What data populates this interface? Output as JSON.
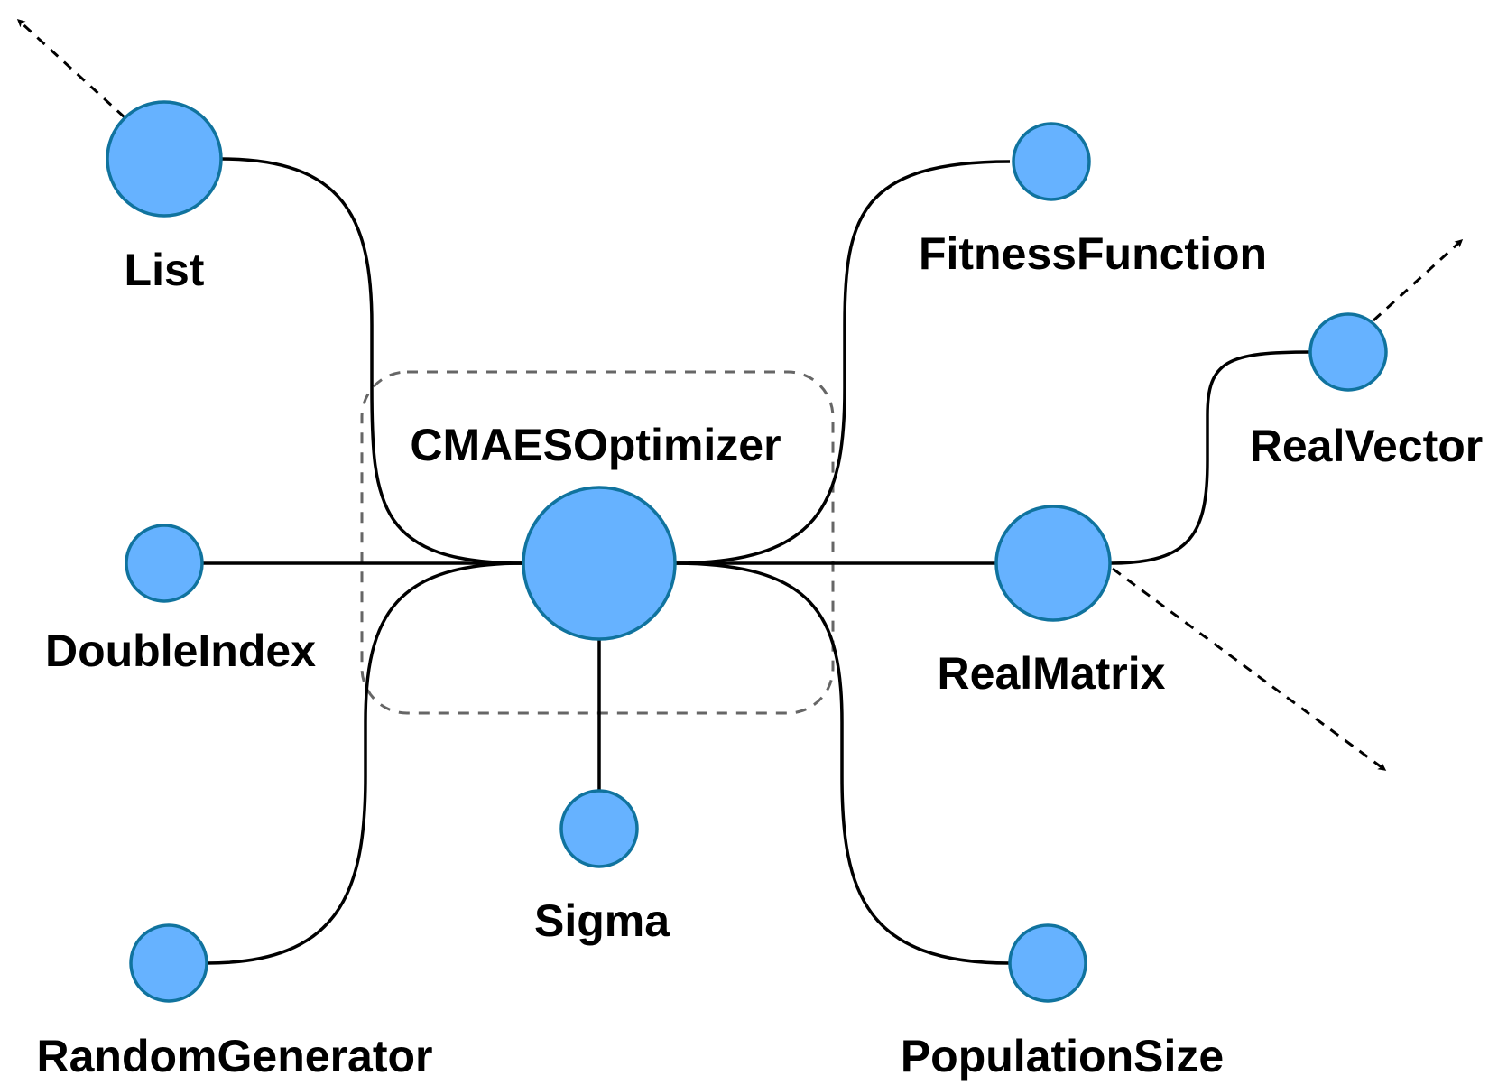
{
  "colors": {
    "node_fill": "#66b2ff",
    "node_stroke": "#10739e",
    "edge": "#000000",
    "group_border": "#666666",
    "background": "#ffffff"
  },
  "diagram": {
    "group_label": "CMAESOptimizer",
    "nodes": {
      "center": "",
      "list": "List",
      "fitness_function": "FitnessFunction",
      "real_vector": "RealVector",
      "double_index": "DoubleIndex",
      "real_matrix": "RealMatrix",
      "sigma": "Sigma",
      "random_generator": "RandomGenerator",
      "population_size": "PopulationSize"
    }
  }
}
